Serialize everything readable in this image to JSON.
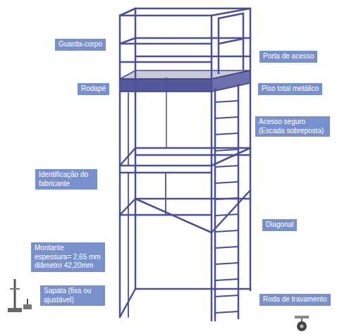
{
  "diagram": {
    "nodes": [
      {
        "text": [
          "Guarda-corpo"
        ]
      },
      {
        "text": [
          "Porta de acesso"
        ]
      },
      {
        "text": [
          "Rodapé"
        ]
      },
      {
        "text": [
          "Piso total metálico"
        ]
      },
      {
        "text": [
          "Acesso seguro (Escada sobreposta)"
        ]
      },
      {
        "text": [
          "Identificação do fabricante"
        ]
      },
      {
        "text": [
          "Diagonal"
        ]
      },
      {
        "text": [
          "Montante espessura= 2,65 mm diâmetro 42,20mm"
        ]
      },
      {
        "text": [
          "Sapata (fixa ou ajustável)"
        ]
      },
      {
        "text": [
          "Roda de travamento"
        ]
      }
    ]
  }
}
